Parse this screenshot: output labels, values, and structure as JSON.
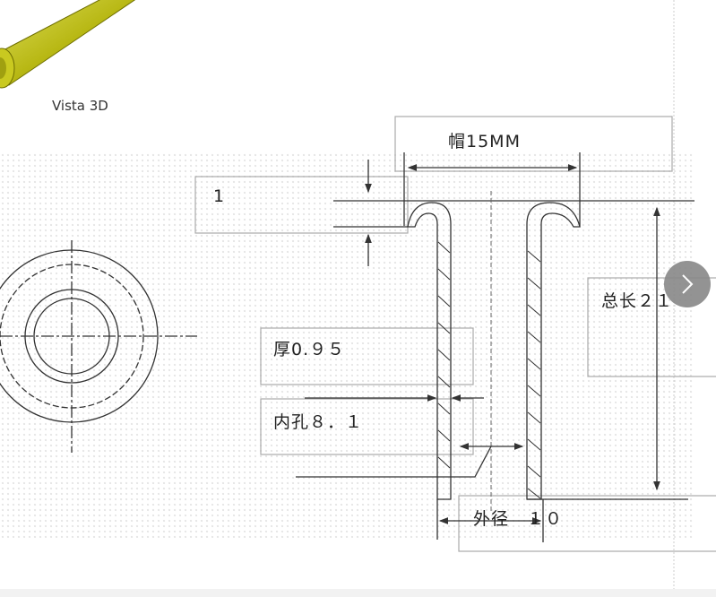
{
  "image_viewer": {
    "caption_3d": "Vista 3D",
    "labels": {
      "cap": "帽15MM",
      "flange": "1",
      "total_length": "总长２１",
      "thickness": "厚0.９５",
      "inner_hole": "内孔８．１",
      "outer_diameter": "外径　１０"
    },
    "next_button_icon": "chevron-right-icon",
    "colors": {
      "part": "#b8b814",
      "line": "#333333",
      "button": "#8a8a8a"
    }
  }
}
